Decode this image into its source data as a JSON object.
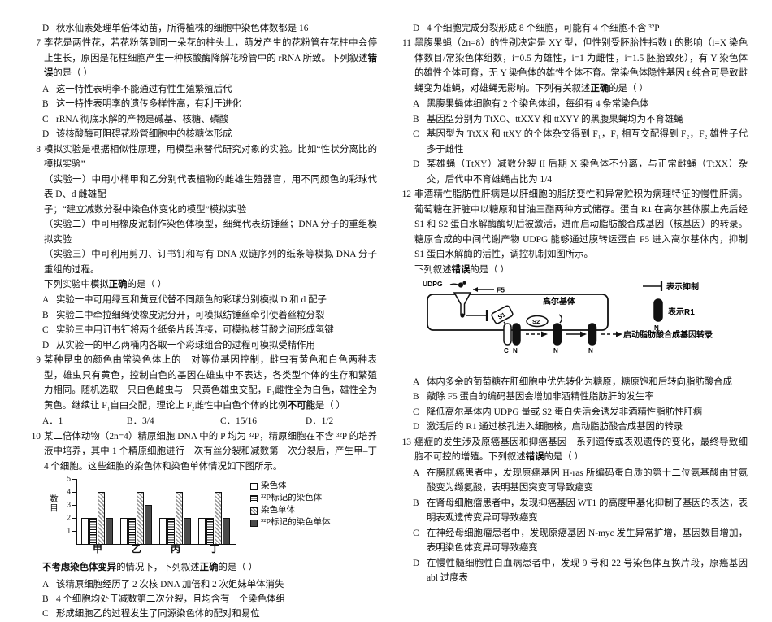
{
  "left_column": {
    "orphan_option": {
      "letter": "D",
      "text": "秋水仙素处理单倍体幼苗，所得植株的细胞中染色体数都是 16"
    },
    "questions": [
      {
        "num": "7",
        "stem": "李花是两性花，若花粉落到同一朵花的柱头上，萌发产生的花粉管在花柱中会停止生长，原因是花柱细胞产生一种核酸酶降解花粉管中的 rRNA 所致。下列叙述",
        "stem_bold": "错误",
        "stem_tail": "的是（    ）",
        "options": [
          {
            "letter": "A",
            "text": "这一特性表明李不能通过有性生殖繁殖后代"
          },
          {
            "letter": "B",
            "text": "这一特性表明李的遗传多样性高，有利于进化"
          },
          {
            "letter": "C",
            "text": "rRNA 彻底水解的产物是碱基、核糖、磷酸"
          },
          {
            "letter": "D",
            "text": "该核酸酶可阻碍花粉管细胞中的核糖体形成"
          }
        ]
      },
      {
        "num": "8",
        "stem_lines": [
          "模拟实验是根据相似性原理，用模型来替代研究对象的实验。比如“性状分离比的模拟实验”",
          "（实验一）中用小桶甲和乙分别代表植物的雌雄生殖器官，用不同颜色的彩球代表 D、d 雌雄配",
          "子；“建立减数分裂中染色体变化的模型”模拟实验",
          "（实验二）中可用橡皮泥制作染色体模型，细绳代表纺锤丝；DNA 分子的重组模拟实验",
          "（实验三）中可利用剪刀、订书钉和写有 DNA 双链序列的纸条等模拟 DNA 分子重组的过程。"
        ],
        "tail_prefix": "下列实验中模拟",
        "tail_bold": "正确",
        "tail_suffix": "的是（    ）",
        "options": [
          {
            "letter": "A",
            "text": "实验一中可用绿豆和黄豆代替不同颜色的彩球分别模拟 D 和 d 配子"
          },
          {
            "letter": "B",
            "text": "实验二中牵拉细绳使橡皮泥分开，可模拟纺锤丝牵引使着丝粒分裂"
          },
          {
            "letter": "C",
            "text": "实验三中用订书钉将两个纸条片段连接，可模拟核苷酸之间形成氢键"
          },
          {
            "letter": "D",
            "text": "从实验一的甲乙两桶内各取一个彩球组合的过程可模拟受精作用"
          }
        ]
      },
      {
        "num": "9",
        "stem": "某种昆虫的颜色由常染色体上的一对等位基因控制，雌虫有黄色和白色两种表型，雄虫只有黄色，控制白色的基因在雄虫中不表达，各类型个体的生存和繁殖力相同。随机选取一只白色雌虫与一只黄色雄虫交配，F₁雌性全为白色，雄性全为黄色。继续让 F₁自由交配，理论上 F₂雌性中白色个体的比例",
        "stem_bold": "不可能",
        "stem_tail": "是（    ）",
        "inline_options": [
          {
            "letter": "A",
            "text": "1"
          },
          {
            "letter": "B",
            "text": "3/4"
          },
          {
            "letter": "C",
            "text": "15/16"
          },
          {
            "letter": "D",
            "text": "1/2"
          }
        ]
      },
      {
        "num": "10",
        "stem": "某二倍体动物（2n=4）精原细胞 DNA 中的 P 均为 ³²P，精原细胞在不含 ³²P 的培养液中培养，其中 1 个精原细胞进行一次有丝分裂和减数第一次分裂后，产生甲–丁 4 个细胞。这些细胞的染色体和染色单体情况如下图所示。",
        "after_chart_bold": "不考虑染色体变异",
        "after_chart_mid": "的情况下，下列叙述",
        "after_chart_bold2": "正确",
        "after_chart_tail": "的是（    ）",
        "options": [
          {
            "letter": "A",
            "text": "该精原细胞经历了 2 次核 DNA 加倍和 2 次姐妹单体消失"
          },
          {
            "letter": "B",
            "text": "4 个细胞均处于减数第二次分裂，且均含有一个染色体组"
          },
          {
            "letter": "C",
            "text": "形成细胞乙的过程发生了同源染色体的配对和易位"
          }
        ]
      }
    ]
  },
  "right_column": {
    "orphan_option": {
      "letter": "D",
      "text": "4 个细胞完成分裂形成 8 个细胞，可能有 4 个细胞不含 ³²P"
    },
    "questions": [
      {
        "num": "11",
        "stem": "黑腹果蝇（2n=8）的性别决定是 XY 型，但性别受胚胎性指数 i 的影响（i=X 染色体数目/常染色体组数，i=0.5 为雄性，i=1 为雌性，i=1.5 胚胎致死），有 Y 染色体的雄性个体可育，无 Y 染色体的雄性个体不育。常染色体隐性基因 t 纯合可导致雌蝇变为雄蝇，对雄蝇无影响。下列有关叙述",
        "stem_bold": "正确",
        "stem_tail": "的是（    ）",
        "options": [
          {
            "letter": "A",
            "text": "黑腹果蝇体细胞有 2 个染色体组，每组有 4 条常染色体"
          },
          {
            "letter": "B",
            "text": "基因型分别为 TtXO、ttXXY 和 ttXYY 的黑腹果蝇均为不育雄蝇"
          },
          {
            "letter": "C",
            "text": "基因型为 TtXX 和 ttXY 的个体杂交得到 F₁，F₁ 相互交配得到 F₂，F₂ 雄性子代多于雌性"
          },
          {
            "letter": "D",
            "text": "某雄蝇（TtXY）减数分裂 II 后期 X 染色体不分离，与正常雌蝇（TtXX）杂交，后代中不育雄蝇占比为 1/4"
          }
        ]
      },
      {
        "num": "12",
        "stem": "非酒精性脂肪性肝病是以肝细胞的脂肪变性和异常贮积为病理特征的慢性肝病。葡萄糖在肝脏中以糖原和甘油三酯两种方式储存。蛋白 R1 在高尔基体膜上先后经 S1 和 S2 蛋白水解酶酶切后被激活，进而启动脂肪酸合成基因（核基因）的转录。糖原合成的中间代谢产物 UDPG 能够通过膜转运蛋白 F5 进入高尔基体内，抑制 S1 蛋白水解酶的活性，调控机制如图所示。",
        "tail_prefix": "下列叙述",
        "tail_bold": "错误",
        "tail_suffix": "的是（    ）",
        "diagram": {
          "label_udpg": "UDPG",
          "label_f5": "F5",
          "label_golgi": "高尔基体",
          "label_s1": "S1",
          "label_s2": "S2",
          "label_c": "C",
          "label_n": "N",
          "label_output": "启动脂肪酸合成基因转录",
          "legend_inhibit": "表示抑制",
          "legend_r1": "表示R1"
        },
        "options": [
          {
            "letter": "A",
            "text": "体内多余的葡萄糖在肝细胞中优先转化为糖原，糖原饱和后转向脂肪酸合成"
          },
          {
            "letter": "B",
            "text": "敲除 F5 蛋白的编码基因会增加非酒精性脂肪肝的发生率"
          },
          {
            "letter": "C",
            "text": "降低高尔基体内 UDPG 量或 S2 蛋白失活会诱发非酒精性脂肪性肝病"
          },
          {
            "letter": "D",
            "text": "激活后的 R1 通过核孔进入细胞核，启动脂肪酸合成基因的转录"
          }
        ]
      },
      {
        "num": "13",
        "stem": "癌症的发生涉及原癌基因和抑癌基因一系列遗传或表观遗传的变化，最终导致细胞不可控的增殖。下列叙述",
        "stem_bold": "错误",
        "stem_tail": "的是（    ）",
        "options": [
          {
            "letter": "A",
            "text": "在膀胱癌患者中，发现原癌基因 H-ras 所编码蛋白质的第十二位氨基酸由甘氨酸变为缬氨酸，表明基因突变可导致癌变",
            "italic": "H-ras"
          },
          {
            "letter": "B",
            "text": "在肾母细胞瘤患者中，发现抑癌基因 WT1 的高度甲基化抑制了基因的表达，表明表观遗传变异可导致癌变",
            "italic": "WT1"
          },
          {
            "letter": "C",
            "text": "在神经母细胞瘤患者中，发现原癌基因 N-myc 发生异常扩增，基因数目增加，表明染色体变异可导致癌变",
            "italic": "N-myc"
          },
          {
            "letter": "D",
            "text": "在慢性髓细胞性白血病患者中，发现 9 号和 22 号染色体互换片段，原癌基因 abl 过度表",
            "italic": "abl"
          }
        ]
      }
    ]
  },
  "chart_data": {
    "type": "bar",
    "title": "",
    "xlabel": "",
    "ylabel": "数目",
    "ylim": [
      0,
      5
    ],
    "yticks": [
      1,
      2,
      3,
      4,
      5
    ],
    "grid": false,
    "legend_position": "right",
    "categories": [
      "甲",
      "乙",
      "丙",
      "丁"
    ],
    "series": [
      {
        "name": "染色体",
        "fill": "white",
        "values": [
          2,
          2,
          2,
          2
        ]
      },
      {
        "name": "³²P标记的染色体",
        "fill": "horizontal-lines",
        "values": [
          2,
          2,
          2,
          2
        ]
      },
      {
        "name": "染色单体",
        "fill": "cross-hatch",
        "values": [
          4,
          4,
          4,
          4
        ]
      },
      {
        "name": "³²P标记的染色单体",
        "fill": "dark-gray",
        "values": [
          2,
          3,
          2,
          2
        ]
      }
    ]
  }
}
